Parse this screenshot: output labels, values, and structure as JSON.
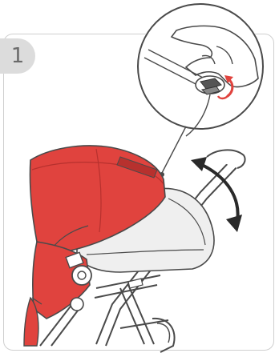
{
  "step": {
    "number": "1"
  },
  "colors": {
    "canopy": "#e0433e",
    "canopy_shadow": "#b7312e",
    "frame": "#4a4a4a",
    "panel_border": "#cfcfcf",
    "badge_bg": "#dcdcdc",
    "seat_fill": "#efefef"
  },
  "icons": {
    "rotate_arrow": "curved-double-arrow",
    "release_button": "fold-release-lever"
  }
}
